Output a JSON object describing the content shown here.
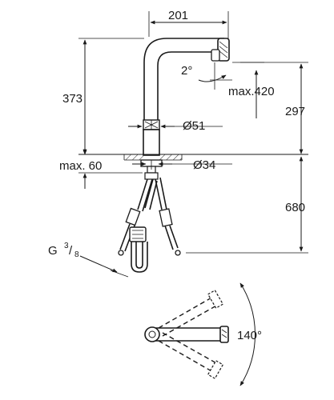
{
  "dimensions": {
    "width_top": "201",
    "height_total": "373",
    "swivel_angle": "2°",
    "pullout_max": "max.420",
    "height_under_spout": "297",
    "body_diameter": "Ø51",
    "counter_max": "max. 60",
    "hole_diameter": "Ø34",
    "hose_length": "680",
    "connection_thread": "G",
    "thread_num": "3",
    "thread_den": "8",
    "swing_angle": "140°"
  }
}
